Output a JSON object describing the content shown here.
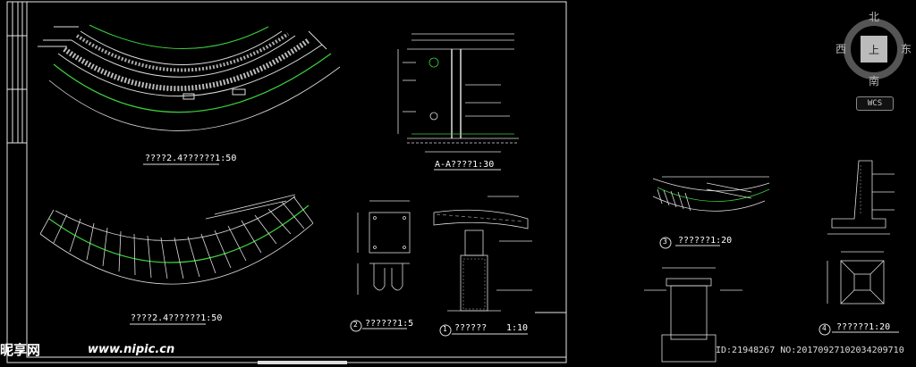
{
  "compass": {
    "north": "北",
    "south": "南",
    "west": "西",
    "east": "东",
    "center": "上"
  },
  "wcs": "WCS",
  "drawing_titles": {
    "plan_top": "????2.4??????1:50",
    "plan_bottom": "????2.4??????1:50",
    "section_aa": "A-A????1:30",
    "detail_1": "??????",
    "detail_1_scale": "1:10",
    "detail_2": "??????1:5",
    "detail_3": "??????1:20",
    "detail_4": "??????1:20"
  },
  "callout_numbers": {
    "c1": "1",
    "c2": "2",
    "c3": "3",
    "c4": "4"
  },
  "watermark": {
    "logo": "昵享网",
    "url": "www.nipic.cn"
  },
  "image_id": "ID:21948267 NO:20170927102034209710",
  "colors": {
    "background": "#000000",
    "line": "#ffffff",
    "green": "#3cd23c",
    "frame": "#e6e6e6"
  }
}
